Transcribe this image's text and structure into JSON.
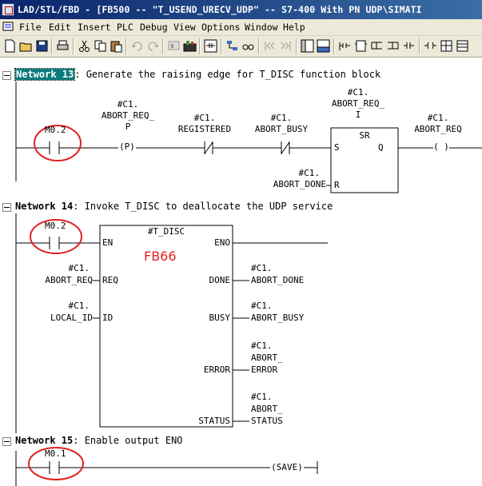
{
  "window": {
    "title": "LAD/STL/FBD  - [FB500 -- \"T_USEND_URECV_UDP\" -- S7-400 With PN UDP\\SIMATI"
  },
  "menu": {
    "items": [
      "File",
      "Edit",
      "Insert",
      "PLC",
      "Debug",
      "View",
      "Options",
      "Window",
      "Help"
    ]
  },
  "toolbar": {
    "icons": [
      "new-icon",
      "open-icon",
      "save-icon",
      "print-icon",
      "cut-icon",
      "copy-icon",
      "paste-icon",
      "undo-icon",
      "redo-icon",
      "download-icon",
      "monitor-icon",
      "ladder-view-icon",
      "network-icon",
      "glasses-icon",
      "prev-icon",
      "next-icon",
      "overview-icon",
      "details-icon",
      "network-contact-icon",
      "box-icon",
      "branch-icon",
      "close-branch-icon",
      "parallel-icon"
    ]
  },
  "networks": {
    "n13": {
      "title": "Network 13",
      "comment": ": Generate the raising edge for T_DISC function block",
      "contact": "M0.2",
      "coil_p": [
        "#C1.",
        "ABORT_REQ_",
        "P"
      ],
      "p_symbol": "(P)",
      "registered": [
        "#C1.",
        "REGISTERED"
      ],
      "abort_busy": [
        "#C1.",
        "ABORT_BUSY"
      ],
      "sr_label": [
        "#C1.",
        "ABORT_REQ_",
        "I"
      ],
      "sr_name": "SR",
      "sr_s": "S",
      "sr_q": "Q",
      "sr_r": "R",
      "abort_done": [
        "#C1.",
        "ABORT_DONE"
      ],
      "output": [
        "#C1.",
        "ABORT_REQ"
      ],
      "output_symbol": "( )"
    },
    "n14": {
      "title": "Network 14",
      "comment": ": Invoke T_DISC to deallocate the UDP service",
      "contact": "M0.2",
      "block_name": "#T_DISC",
      "block_type": "FB66",
      "en": "EN",
      "eno": "ENO",
      "inputs": [
        {
          "var": [
            "#C1.",
            "ABORT_REQ"
          ],
          "pin": "REQ"
        },
        {
          "var": [
            "#C1.",
            "LOCAL_ID"
          ],
          "pin": "ID"
        }
      ],
      "outputs": [
        {
          "pin": "DONE",
          "var": [
            "#C1.",
            "ABORT_DONE"
          ]
        },
        {
          "pin": "BUSY",
          "var": [
            "#C1.",
            "ABORT_BUSY"
          ]
        },
        {
          "pin": "ERROR",
          "var": [
            "#C1.",
            "ABORT_",
            "ERROR"
          ]
        },
        {
          "pin": "STATUS",
          "var": [
            "#C1.",
            "ABORT_",
            "STATUS"
          ]
        }
      ]
    },
    "n15": {
      "title": "Network 15",
      "comment": ": Enable output ENO",
      "contact": "M0.1",
      "coil": "(SAVE)"
    }
  },
  "colors": {
    "annotation": "#e02020",
    "selection": "#0a7b7b",
    "titlebar": "#0a246a"
  }
}
